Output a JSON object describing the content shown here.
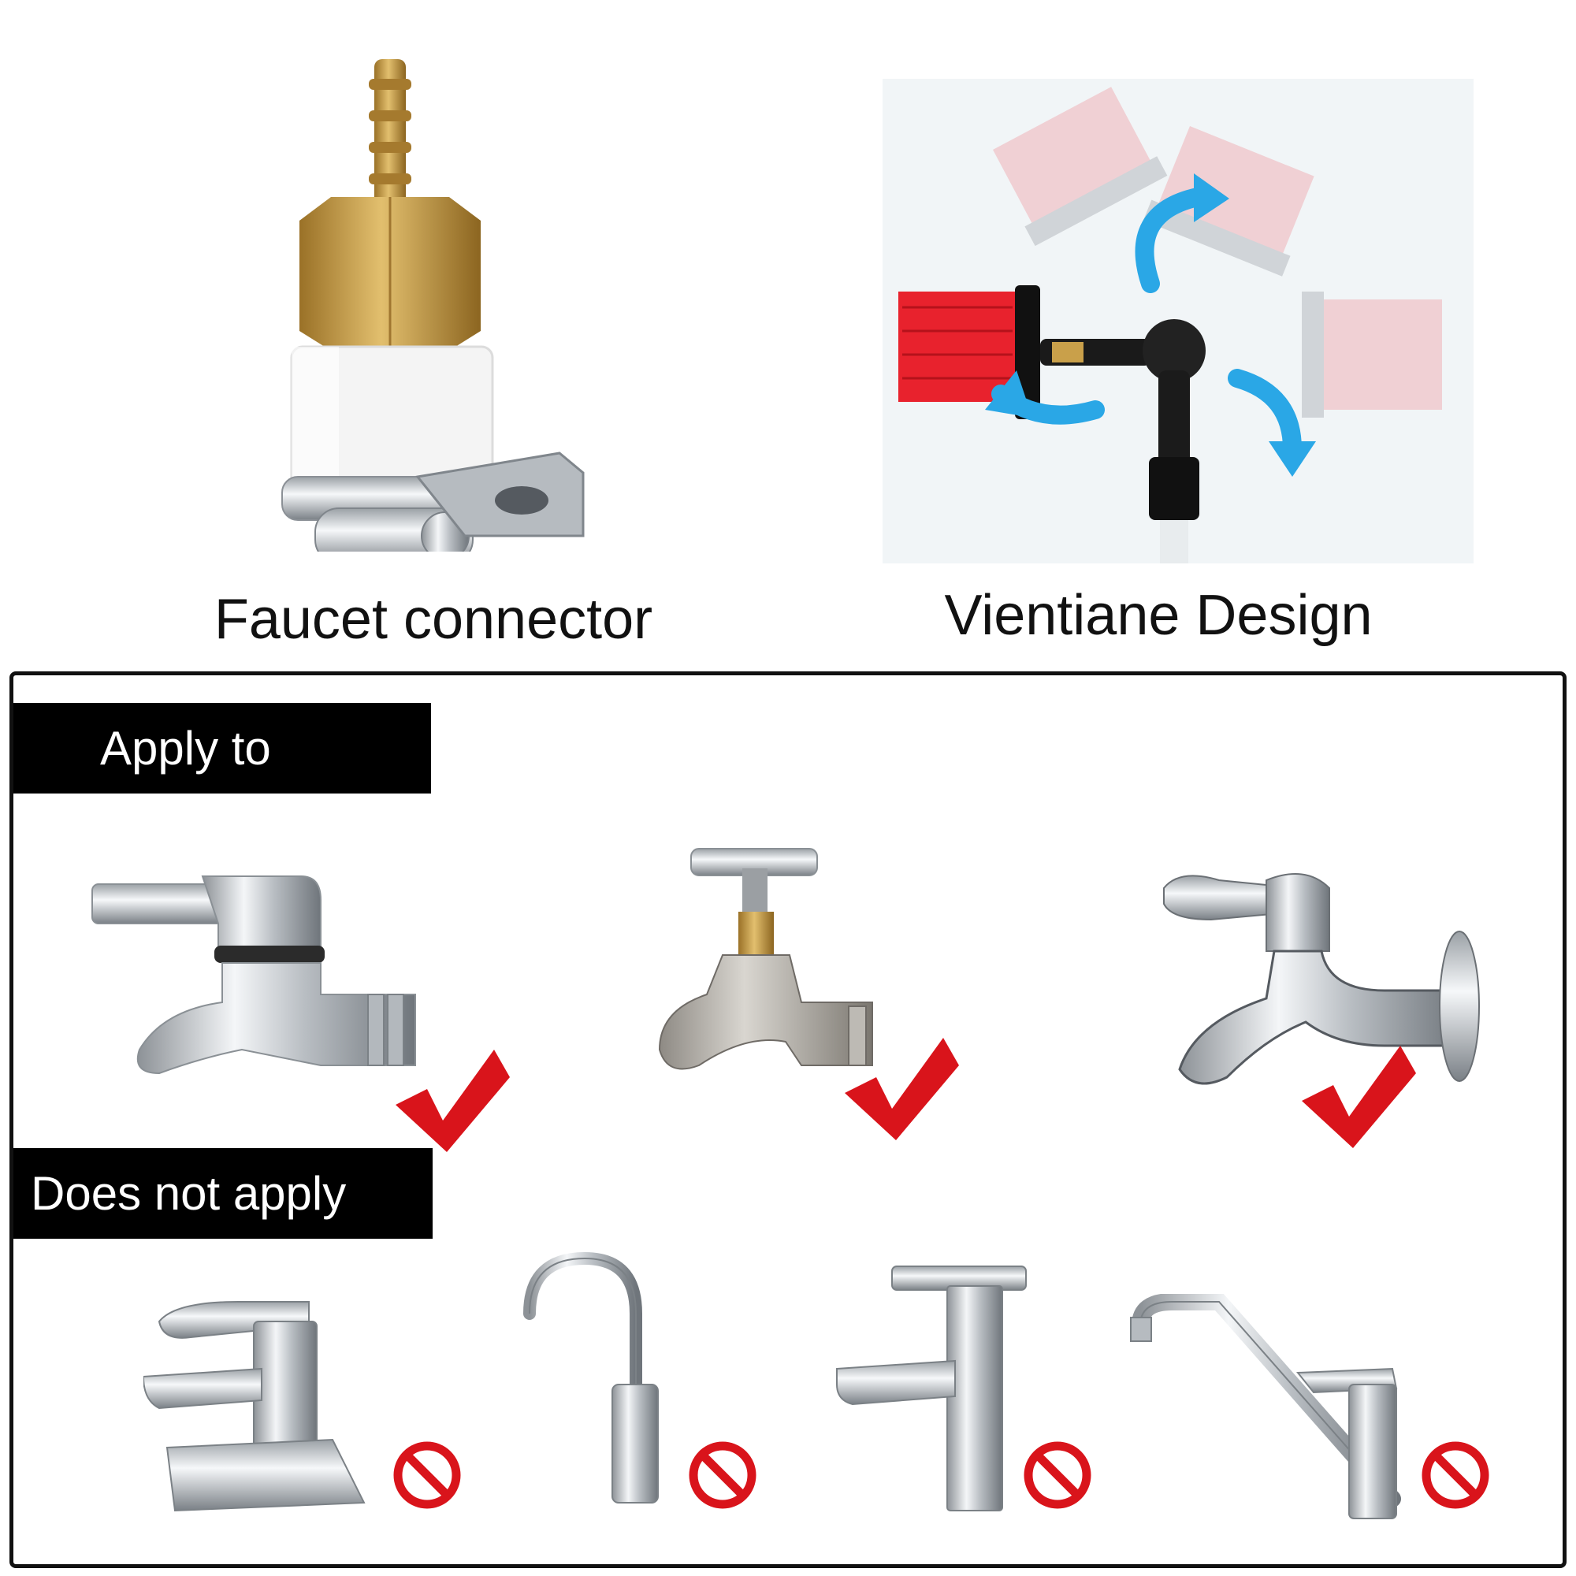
{
  "top": {
    "left_caption": "Faucet connector",
    "right_caption": "Vientiane Design"
  },
  "panel": {
    "apply_label": "Apply to",
    "not_apply_label": "Does not apply",
    "apply_items": [
      {
        "icon": "wall-faucet-lever-icon",
        "status": "check-mark-icon"
      },
      {
        "icon": "cross-handle-bib-tap-icon",
        "status": "check-mark-icon"
      },
      {
        "icon": "wall-faucet-flange-icon",
        "status": "check-mark-icon"
      }
    ],
    "not_apply_items": [
      {
        "icon": "basin-mixer-tap-icon",
        "status": "prohibited-icon"
      },
      {
        "icon": "gooseneck-faucet-icon",
        "status": "prohibited-icon"
      },
      {
        "icon": "tall-basin-tap-icon",
        "status": "prohibited-icon"
      },
      {
        "icon": "kitchen-swivel-faucet-icon",
        "status": "prohibited-icon"
      }
    ]
  },
  "colors": {
    "brass": "#c9a04a",
    "chrome": "#c8ccd0",
    "check": "#d9141b",
    "prohibit": "#d9141b",
    "brush": "#e8222d",
    "arrow": "#2aa7e6"
  }
}
